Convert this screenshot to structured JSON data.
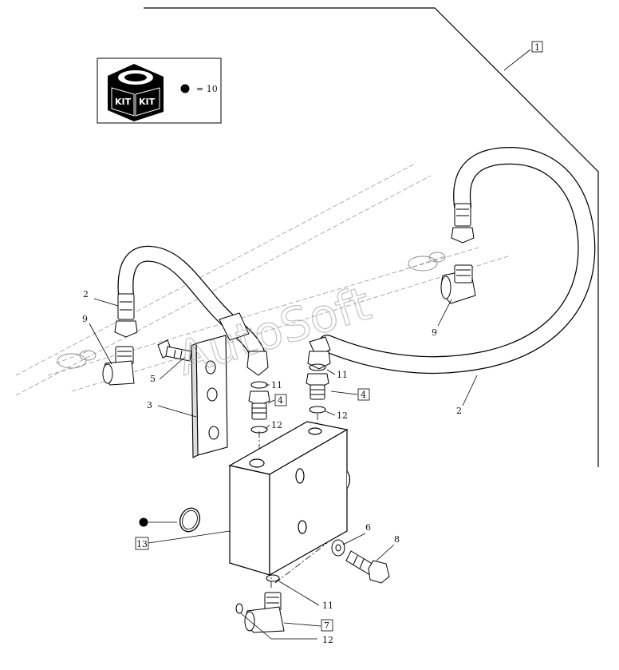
{
  "kit_legend": {
    "badge": "KIT",
    "equals": "= 10"
  },
  "watermark": "AutoSoft",
  "callouts": {
    "c1": "1",
    "c2_left": "2",
    "c2_right": "2",
    "c3": "3",
    "c4_left": "4",
    "c4_right": "4",
    "c5": "5",
    "c6": "6",
    "c7": "7",
    "c8": "8",
    "c9_left": "9",
    "c9_right": "9",
    "c11_left": "11",
    "c11_right": "11",
    "c11_bottom": "11",
    "c12_left": "12",
    "c12_right": "12",
    "c12_bottom": "12",
    "c13": "13"
  }
}
